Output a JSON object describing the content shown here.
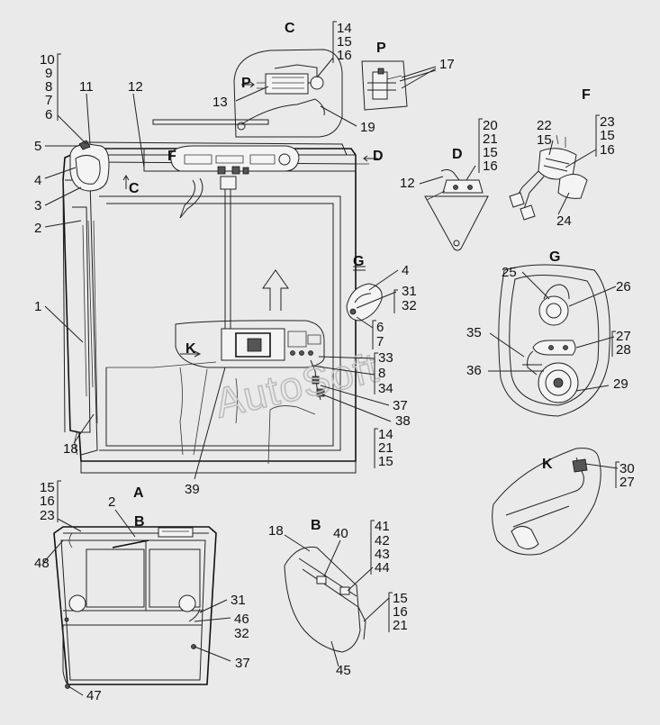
{
  "diagram": {
    "watermark": "AutoSoft",
    "view_letters": [
      {
        "id": "C",
        "text": "C"
      },
      {
        "id": "P",
        "text": "P"
      },
      {
        "id": "F",
        "text": "F"
      },
      {
        "id": "D",
        "text": "D"
      },
      {
        "id": "G",
        "text": "G"
      },
      {
        "id": "K",
        "text": "K"
      },
      {
        "id": "A",
        "text": "A"
      },
      {
        "id": "B",
        "text": "B"
      }
    ],
    "callouts": [
      "1",
      "2",
      "3",
      "4",
      "5",
      "6",
      "7",
      "8",
      "9",
      "10",
      "11",
      "12",
      "13",
      "14",
      "15",
      "16",
      "17",
      "18",
      "19",
      "20",
      "21",
      "22",
      "23",
      "24",
      "25",
      "26",
      "27",
      "28",
      "29",
      "30",
      "31",
      "32",
      "33",
      "34",
      "35",
      "36",
      "37",
      "38",
      "39",
      "40",
      "41",
      "42",
      "43",
      "44",
      "45",
      "46",
      "47",
      "48"
    ],
    "colors": {
      "background": "#eaeaea",
      "ink": "#111111",
      "watermark": "#bdbdbd"
    }
  }
}
